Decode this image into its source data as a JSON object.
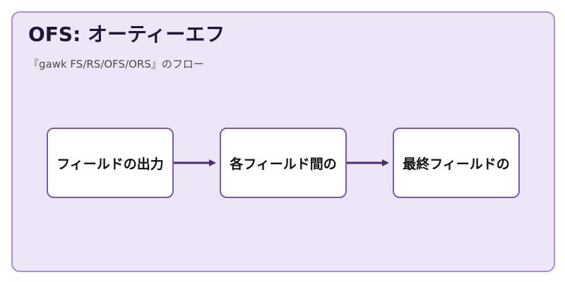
{
  "diagram": {
    "title": "OFS: オーティーエフ",
    "subtitle": "『gawk FS/RS/OFS/ORS』のフロー",
    "nodes": [
      {
        "label": "フィールドの出力"
      },
      {
        "label": "各フィールド間の"
      },
      {
        "label": "最終フィールドの"
      }
    ],
    "edges": [
      {
        "from": 0,
        "to": 1
      },
      {
        "from": 1,
        "to": 2
      }
    ],
    "colors": {
      "background": "#ede6f6",
      "frame_border": "#a98fd0",
      "node_border": "#7a5ab0",
      "arrow": "#4b2a7a"
    }
  }
}
